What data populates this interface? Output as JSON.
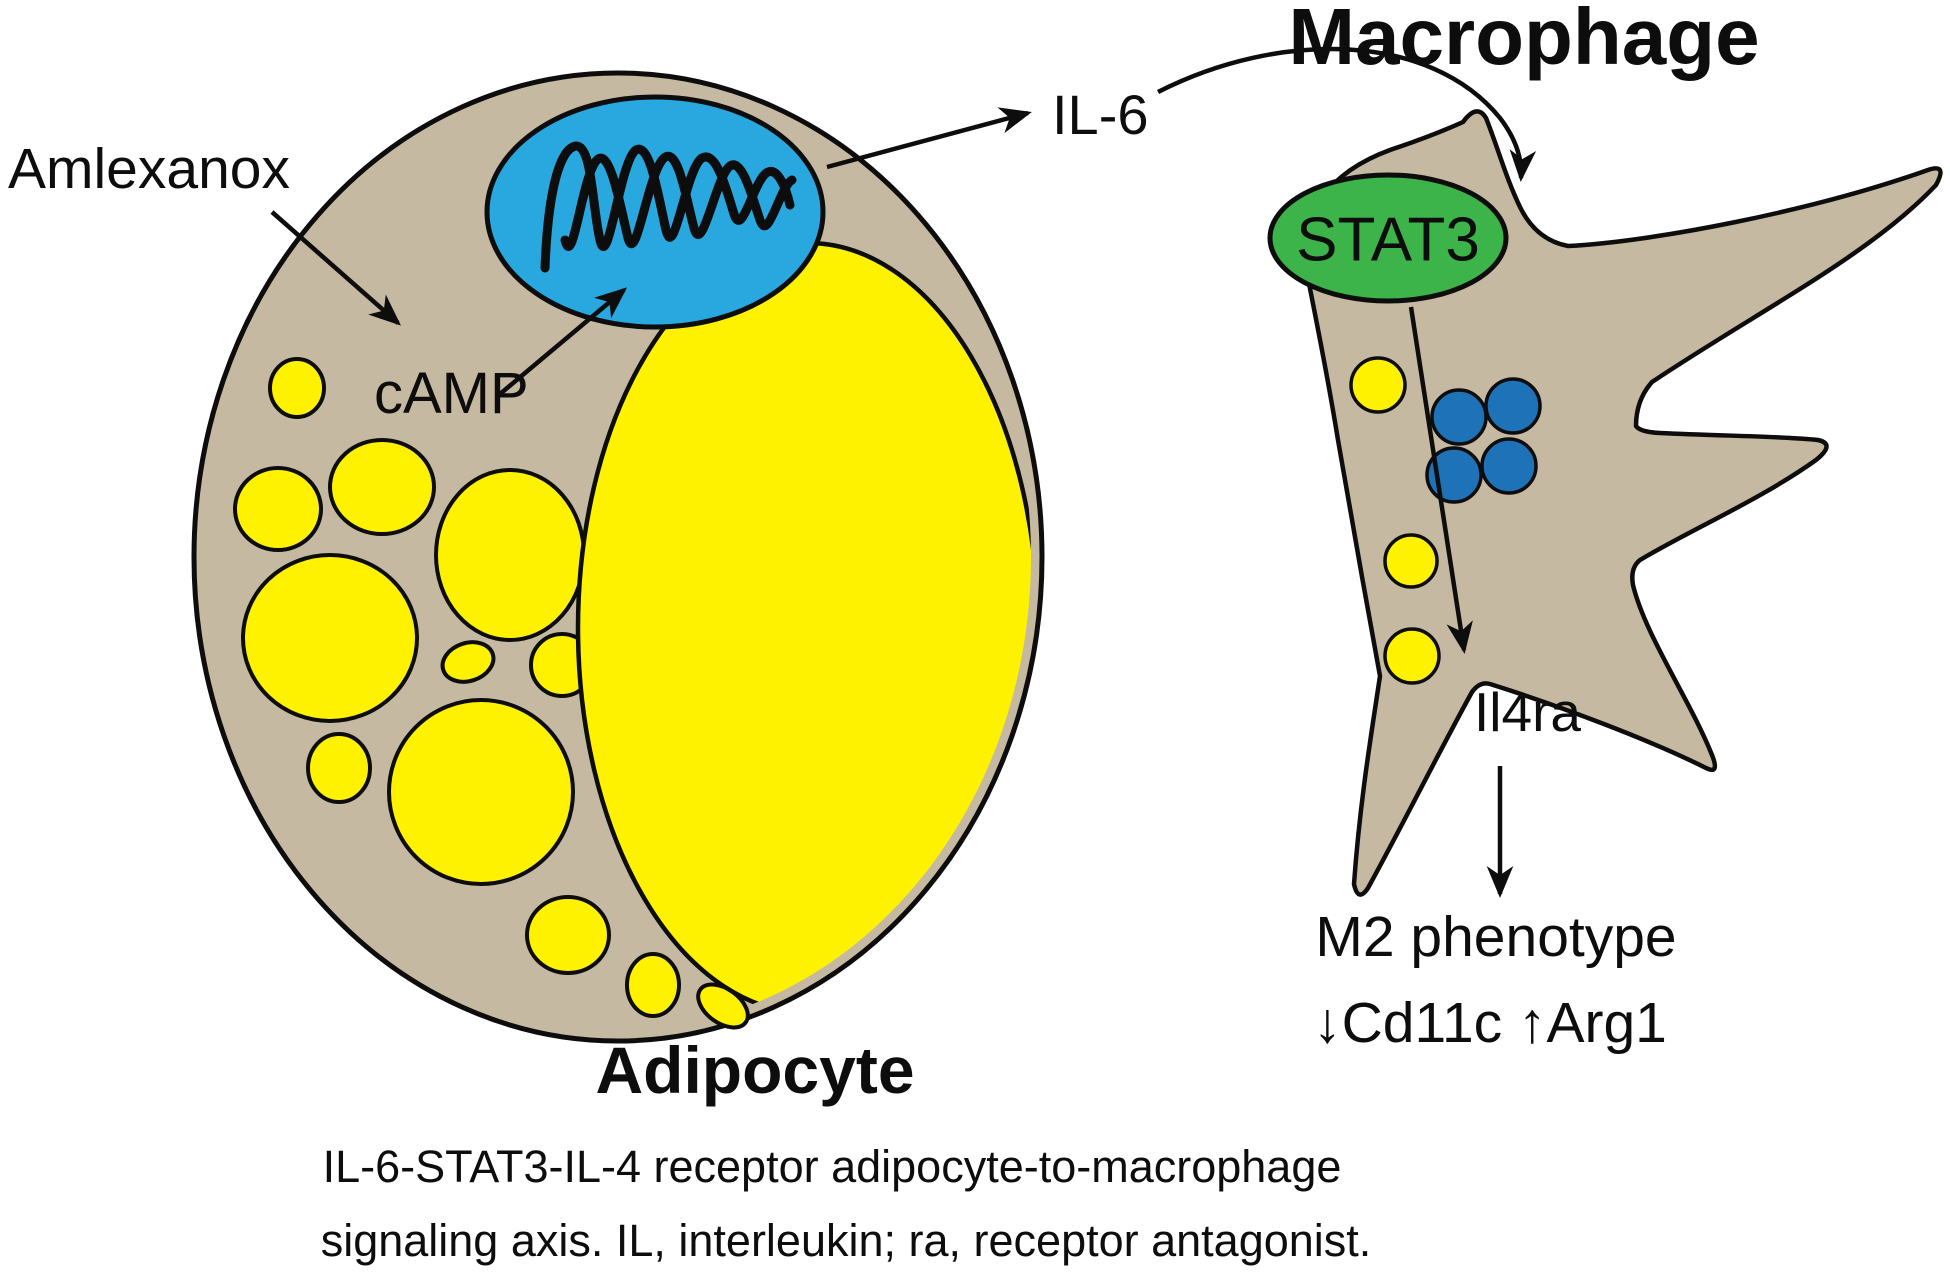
{
  "figure": {
    "adipocyte_label": "Adipocyte",
    "macrophage_label": "Macrophage",
    "amlexanox_label": "Amlexanox",
    "camp_label": "cAMP",
    "il6_label": "IL-6",
    "stat3_label": "STAT3",
    "il4ra_label": "Il4ra",
    "m2_line1": "M2 phenotype",
    "m2_line2": "↓Cd11c ↑Arg1"
  },
  "caption": {
    "line1": "IL-6-STAT3-IL-4 receptor adipocyte-to-macrophage",
    "line2": "signaling axis. IL, interleukin; ra, receptor antagonist."
  },
  "colors": {
    "background": "#FFFFFF",
    "cell_body": "#C6B9A1",
    "lipid_yellow": "#FFF200",
    "nucleus_blue": "#29A8DF",
    "stat3_green": "#3CB44A",
    "vesicle_blue": "#1E72B8",
    "outline": "#0D0D0D"
  }
}
